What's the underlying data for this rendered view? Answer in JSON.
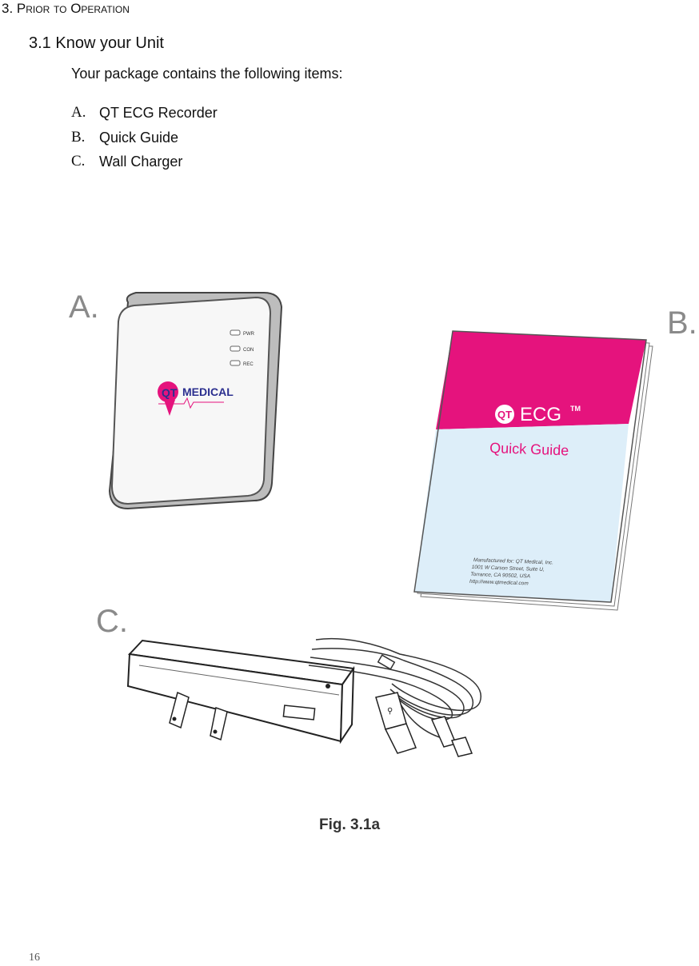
{
  "header": {
    "section_number": "3.",
    "section_title_p": "P",
    "section_title_rior": "RIOR",
    "section_title_to": "TO",
    "section_title_o": "O",
    "section_title_peration": "PERATION",
    "subsection_title": "3.1 Know your Unit",
    "intro_text": "Your package contains the following items:"
  },
  "items": [
    {
      "letter": "A.",
      "label": "QT ECG Recorder"
    },
    {
      "letter": "B.",
      "label": "Quick Guide"
    },
    {
      "letter": "C.",
      "label": "Wall Charger"
    }
  ],
  "figure": {
    "label_a": "A.",
    "label_b": "B.",
    "label_c": "C.",
    "recorder_leds": [
      "PWR",
      "CON",
      "REC"
    ],
    "recorder_brand": "MEDICAL",
    "guide_brand": "ECG",
    "guide_tm": "TM",
    "guide_title": "Quick Guide",
    "guide_address": [
      "Manufactured for: QT Medical, Inc.",
      "1001 W Carson Street, Suite U,",
      "Torrance, CA 90502, USA",
      "http://www.qtmedical.com"
    ],
    "caption": "Fig. 3.1a",
    "colors": {
      "magenta": "#e5137d",
      "light_blue": "#ddeef9",
      "navy": "#2b2f8f",
      "gray_label": "#8a8a8a"
    }
  },
  "footer": {
    "page_number": "16"
  }
}
